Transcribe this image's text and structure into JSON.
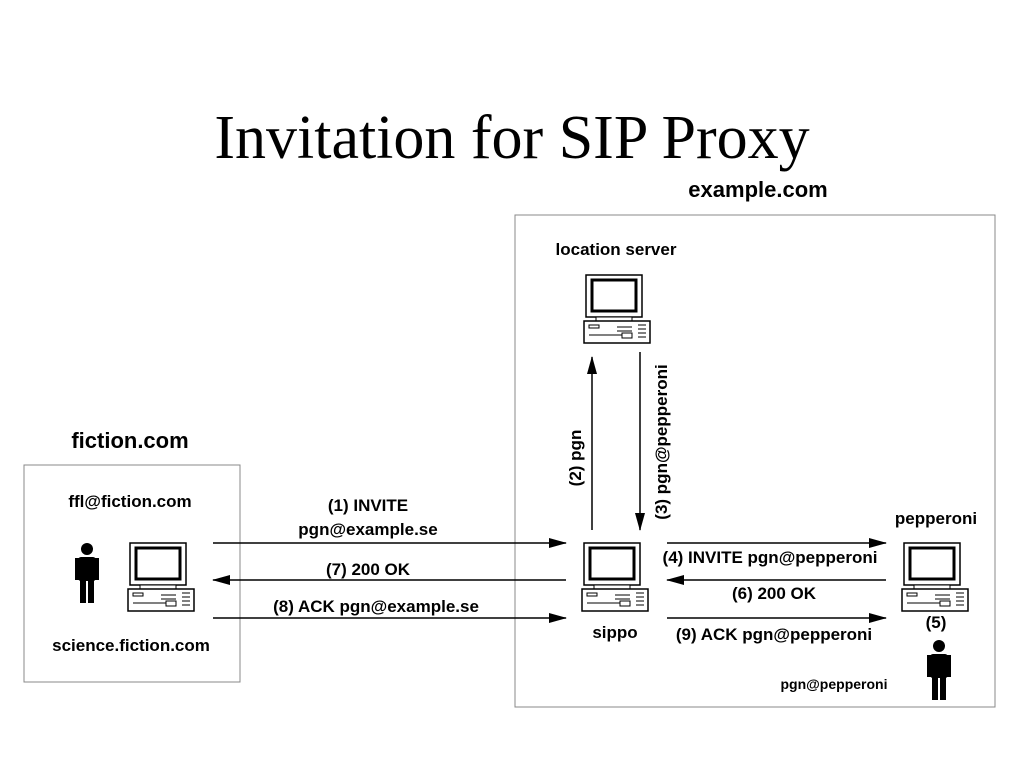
{
  "title": "Invitation for SIP Proxy",
  "domains": {
    "example": "example.com",
    "fiction": "fiction.com"
  },
  "nodes": {
    "location_server": "location server",
    "caller_user": "ffl@fiction.com",
    "caller_host": "science.fiction.com",
    "proxy": "sippo",
    "callee_host": "pepperoni",
    "callee_user": "pgn@pepperoni"
  },
  "messages": {
    "m1_line1": "(1) INVITE",
    "m1_line2": "pgn@example.se",
    "m2": "(2) pgn",
    "m3": "(3) pgn@pepperoni",
    "m4": "(4) INVITE pgn@pepperoni",
    "m5": "(5)",
    "m6": "(6) 200 OK",
    "m7": "(7) 200 OK",
    "m8": "(8) ACK pgn@example.se",
    "m9": "(9) ACK pgn@pepperoni"
  }
}
